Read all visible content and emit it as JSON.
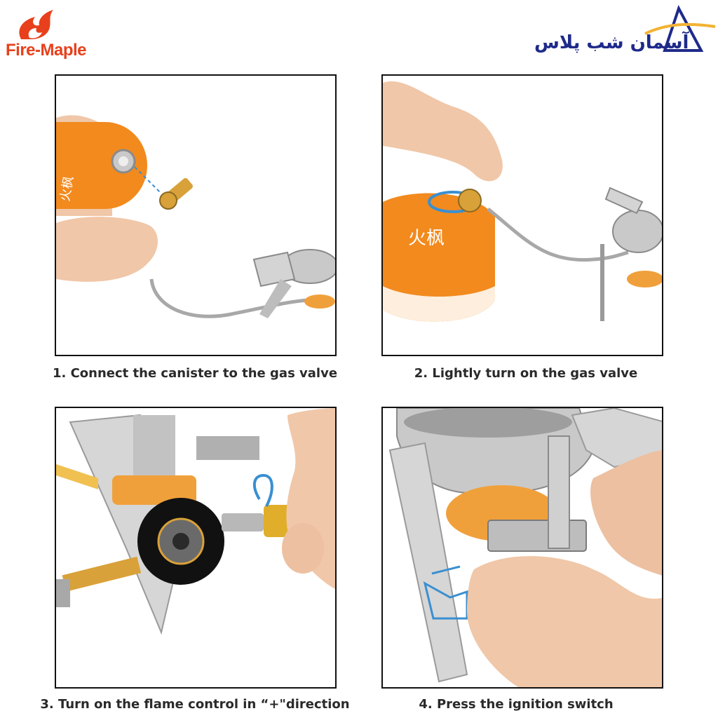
{
  "brand_left": {
    "name": "Fire-Maple",
    "logo_icon": "flame-logo-icon",
    "color": "#e8401c"
  },
  "brand_right": {
    "name": "آسمان شب پلاس",
    "logo_icon": "mountain-logo-icon",
    "colors": {
      "text": "#1e2a8a",
      "accent": "#f2b233"
    }
  },
  "canister": {
    "label_text": "火枫"
  },
  "steps": [
    {
      "caption": "1. Connect the canister to the gas valve"
    },
    {
      "caption": "2. Lightly turn on the gas valve"
    },
    {
      "caption": "3. Turn on the flame control in “+\"direction"
    },
    {
      "caption": "4. Press the ignition switch"
    }
  ],
  "colors": {
    "canister_orange": "#f28a1e",
    "brass": "#d9a13a",
    "arrow_blue": "#3a8fd1",
    "skin": "#f0c7a8"
  }
}
